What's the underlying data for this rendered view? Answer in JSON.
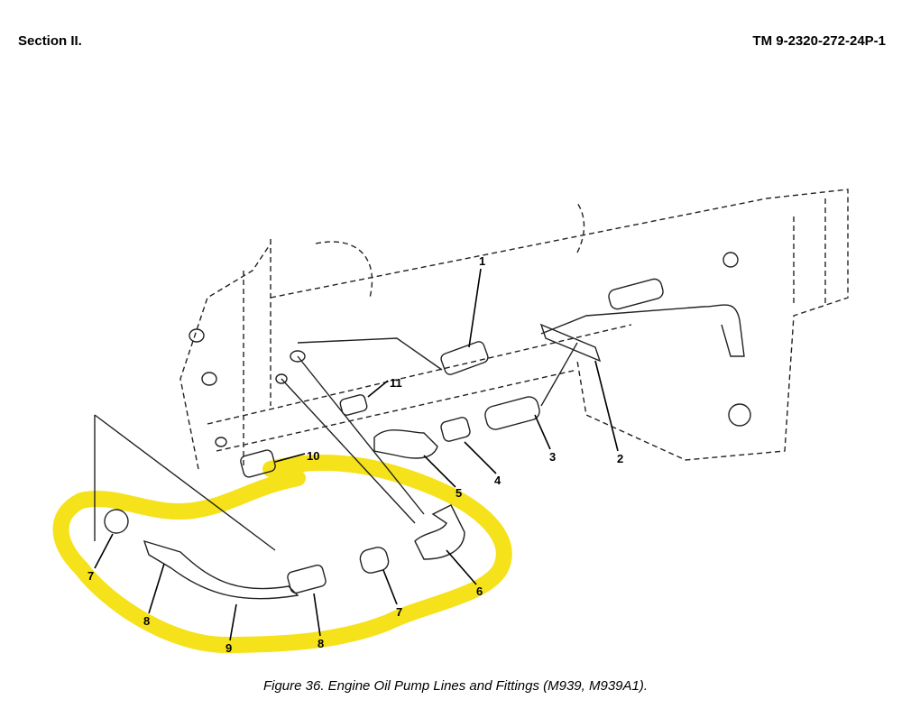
{
  "header": {
    "section": "Section II.",
    "tm_number": "TM 9-2320-272-24P-1"
  },
  "figure": {
    "caption": "Figure 36.  Engine Oil Pump Lines and Fittings (M939, M939A1).",
    "highlight_color": "#f5e21b",
    "callouts": [
      "1",
      "2",
      "3",
      "4",
      "5",
      "6",
      "7",
      "7",
      "8",
      "8",
      "9",
      "10",
      "11"
    ]
  }
}
